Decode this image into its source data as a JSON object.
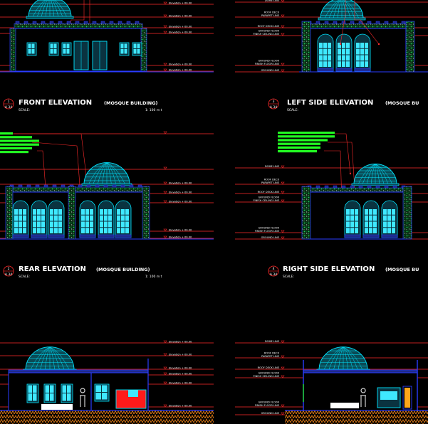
{
  "drawing": {
    "colors": {
      "background": "#000000",
      "level_line": "#ff2a2a",
      "wall": "#2a3cff",
      "glass": "#00e5ff",
      "stone": "#00b23a",
      "text": "#ffffff",
      "leader_label": "#22ff22"
    },
    "titles": {
      "front": {
        "number": "1",
        "sheet": "A 34",
        "title": "FRONT ELEVATION",
        "subtitle": "(MOSQUE BUILDING)",
        "scale_label": "SCALE:",
        "scale_value": "1: 100 m t"
      },
      "left": {
        "number": "3",
        "sheet": "A 34",
        "title": "LEFT SIDE ELEVATION",
        "subtitle": "(MOSQUE BU",
        "scale_label": "SCALE:"
      },
      "rear": {
        "number": "2",
        "sheet": "A 34",
        "title": "REAR ELEVATION",
        "subtitle": "(MOSQUE BUILDING)",
        "scale_label": "SCALE:",
        "scale_value": "1: 100 m t"
      },
      "right": {
        "number": "4",
        "sheet": "A 34",
        "title": "RIGHT SIDE ELEVATION",
        "subtitle": "(MOSQUE BU",
        "scale_label": "SCALE:"
      }
    },
    "elevation_mark": "Elevation + 00.00",
    "level_labels": {
      "dome": "DOME LINE",
      "roof_deck": "ROOF DECK",
      "parapet": "PARAPET LINE",
      "roof_deck_line": "ROOF DECK LINE",
      "ground_floor": "GROUND FLOOR",
      "finish_ceiling": "FINISH CEILING LINE",
      "finish_floor": "FINISH FLOOR LINE",
      "ground_line": "GROUND LINE"
    }
  }
}
